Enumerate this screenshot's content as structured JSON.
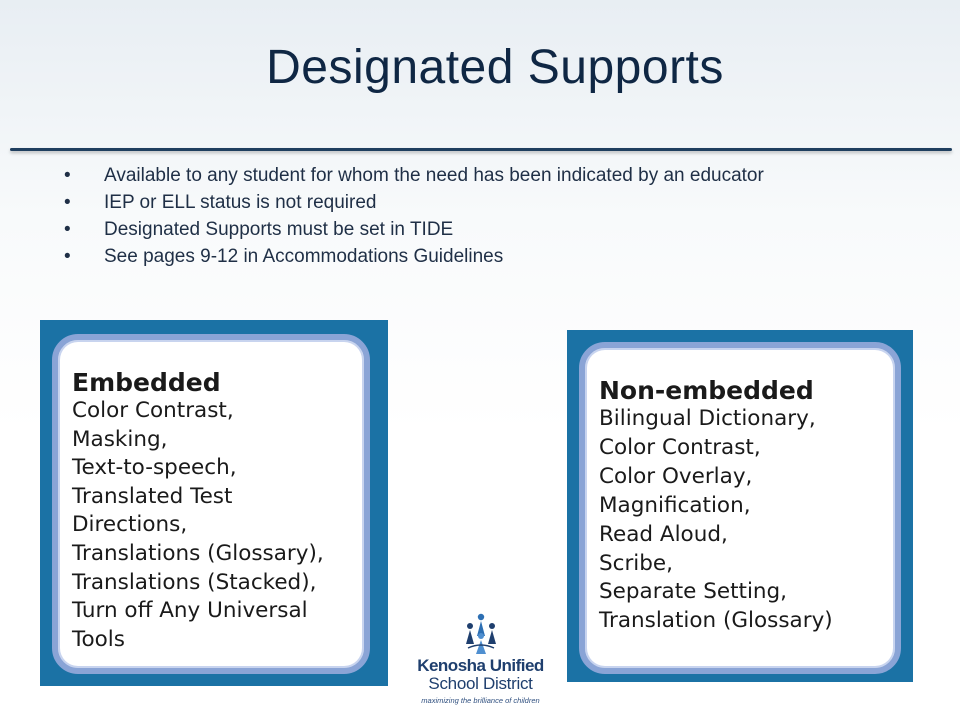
{
  "slide": {
    "title": "Designated Supports",
    "bullets": [
      "Available to any student for whom the need has been indicated by an educator",
      "IEP or ELL status is not required",
      "Designated Supports must be set in TIDE",
      "See pages 9-12 in Accommodations Guidelines"
    ],
    "bullet_symbol": "•"
  },
  "embedded": {
    "heading": "Embedded",
    "items": [
      "Color Contrast,",
      "Masking,",
      "Text-to-speech,",
      "Translated Test",
      "Directions,",
      "Translations (Glossary),",
      "Translations (Stacked),",
      "Turn off Any Universal",
      "Tools"
    ]
  },
  "non_embedded": {
    "heading": "Non-embedded",
    "items": [
      "Bilingual Dictionary,",
      "Color Contrast,",
      "Color Overlay,",
      "Magnification,",
      "Read Aloud,",
      "Scribe,",
      "Separate Setting,",
      "Translation (Glossary)"
    ]
  },
  "logo": {
    "name": "Kenosha Unified",
    "district": "School District",
    "tagline": "maximizing the brilliance of children",
    "icon": "figures-logo-icon"
  },
  "colors": {
    "title": "#0f2744",
    "panel_bg": "#1b72a5",
    "card_border": "#8aa4d6",
    "logo_blue": "#1f3f6e"
  }
}
